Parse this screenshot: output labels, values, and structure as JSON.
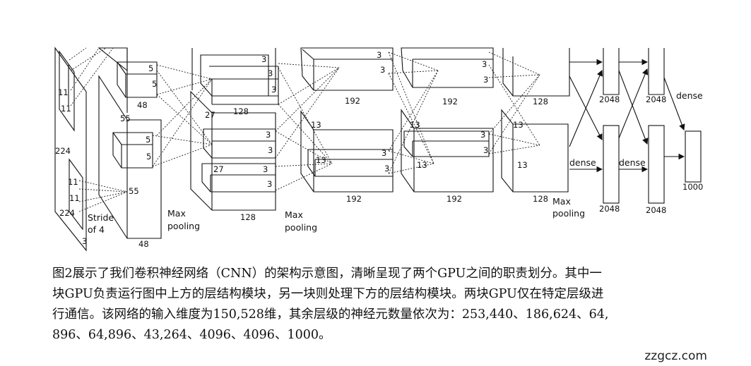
{
  "diagram": {
    "input": {
      "size_h": "224",
      "size_w": "224",
      "channels": "3",
      "kernel_a": "11",
      "kernel_b": "11",
      "kernel_c": "11",
      "kernel_d": "11",
      "stride": "Stride",
      "stride_of": "of 4"
    },
    "conv1": {
      "size_a": "55",
      "size_b": "55",
      "depth_top": "48",
      "depth_bottom": "48",
      "kernel_a": "5",
      "kernel_b": "5",
      "kernel_c": "5",
      "kernel_d": "5"
    },
    "conv2": {
      "size": "27",
      "size_b": "27",
      "depth_top": "128",
      "depth_bottom": "128",
      "k1": "3",
      "k2": "3",
      "k3": "3",
      "k4": "3",
      "k5": "3",
      "k6": "3",
      "k7": "3"
    },
    "conv3": {
      "size_a": "13",
      "size_b": "13",
      "depth_top": "192",
      "depth_bottom": "192",
      "k1": "3",
      "k2": "3",
      "k3": "3",
      "k4": "3"
    },
    "conv4": {
      "size_a": "13",
      "size_b": "13",
      "depth_top": "192",
      "depth_bottom": "192",
      "k1": "3",
      "k2": "3",
      "k3": "3",
      "k4": "3"
    },
    "conv5": {
      "size_a": "13",
      "size_b": "13",
      "depth_top": "128",
      "depth_bottom": "128"
    },
    "pooling_max": "Max",
    "pooling_word": "pooling",
    "dense_label": "dense",
    "fc_top_1": "2048",
    "fc_top_2": "2048",
    "fc_bottom_1": "2048",
    "fc_bottom_2": "2048",
    "output": "1000"
  },
  "caption": {
    "line1": "图2展示了我们卷积神经网络（CNN）的架构示意图，清晰呈现了两个GPU之间的职责划分。其中一",
    "line2": "块GPU负责运行图中上方的层结构模块，另一块则处理下方的层结构模块。两块GPU仅在特定层级进",
    "line3": "行通信。该网络的输入维度为150,528维，其余层级的神经元数量依次为：253,440、186,624、64,",
    "line4": "896、64,896、43,264、4096、4096、1000。"
  },
  "watermark": "zzgcz.com"
}
